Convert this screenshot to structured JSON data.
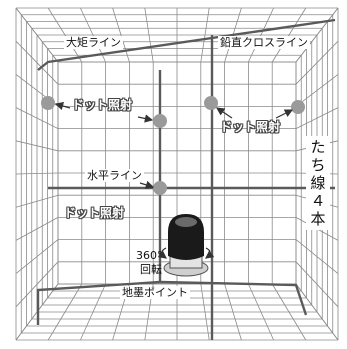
{
  "labels": {
    "horizontal_line_top": "大矩ライン",
    "vertical_cross_line": "鉛直クロスライン",
    "dot_left": "ドット照射",
    "dot_right": "ドット照射",
    "horizontal_line": "水平ライン",
    "dot_lower": "ドット照射",
    "rotation_degree": "360°",
    "rotation_word": "回転",
    "ground_point": "地墨ポイント"
  },
  "vertical_caption": [
    "た",
    "ち",
    "線",
    "４",
    "本"
  ],
  "colors": {
    "grid": "#8a8a8a",
    "laser_line": "#5a5a5a",
    "dot": "#9a9a9a",
    "device_body": "#1a1a1a",
    "device_base": "#cfcfcf"
  }
}
